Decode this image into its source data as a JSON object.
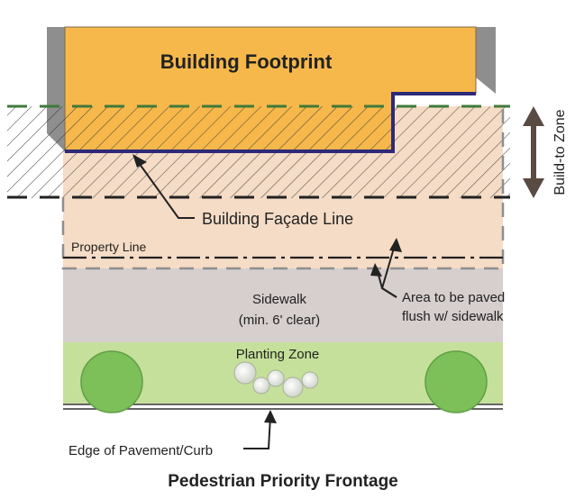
{
  "title": "Pedestrian Priority Frontage",
  "labels": {
    "building_footprint": "Building Footprint",
    "build_to_zone": "Build-to Zone",
    "building_facade_line": "Building Façade Line",
    "property_line": "Property Line",
    "sidewalk": "Sidewalk",
    "sidewalk_note": "(min. 6' clear)",
    "area_paved_1": "Area to be paved",
    "area_paved_2": "flush w/ sidewalk",
    "planting_zone": "Planting Zone",
    "edge_of_pavement": "Edge of Pavement/Curb"
  },
  "colors": {
    "building": "#f7b84b",
    "building_shadow": "#8e8e8e",
    "facade_line": "#2e2a7a",
    "build_zone": "#f5dcc6",
    "sidewalk": "#d7cece",
    "planting": "#c5e09a",
    "tree": "#7dc05a",
    "zone_line_green": "#3f7a3a",
    "arrow": "#5a4a44"
  }
}
